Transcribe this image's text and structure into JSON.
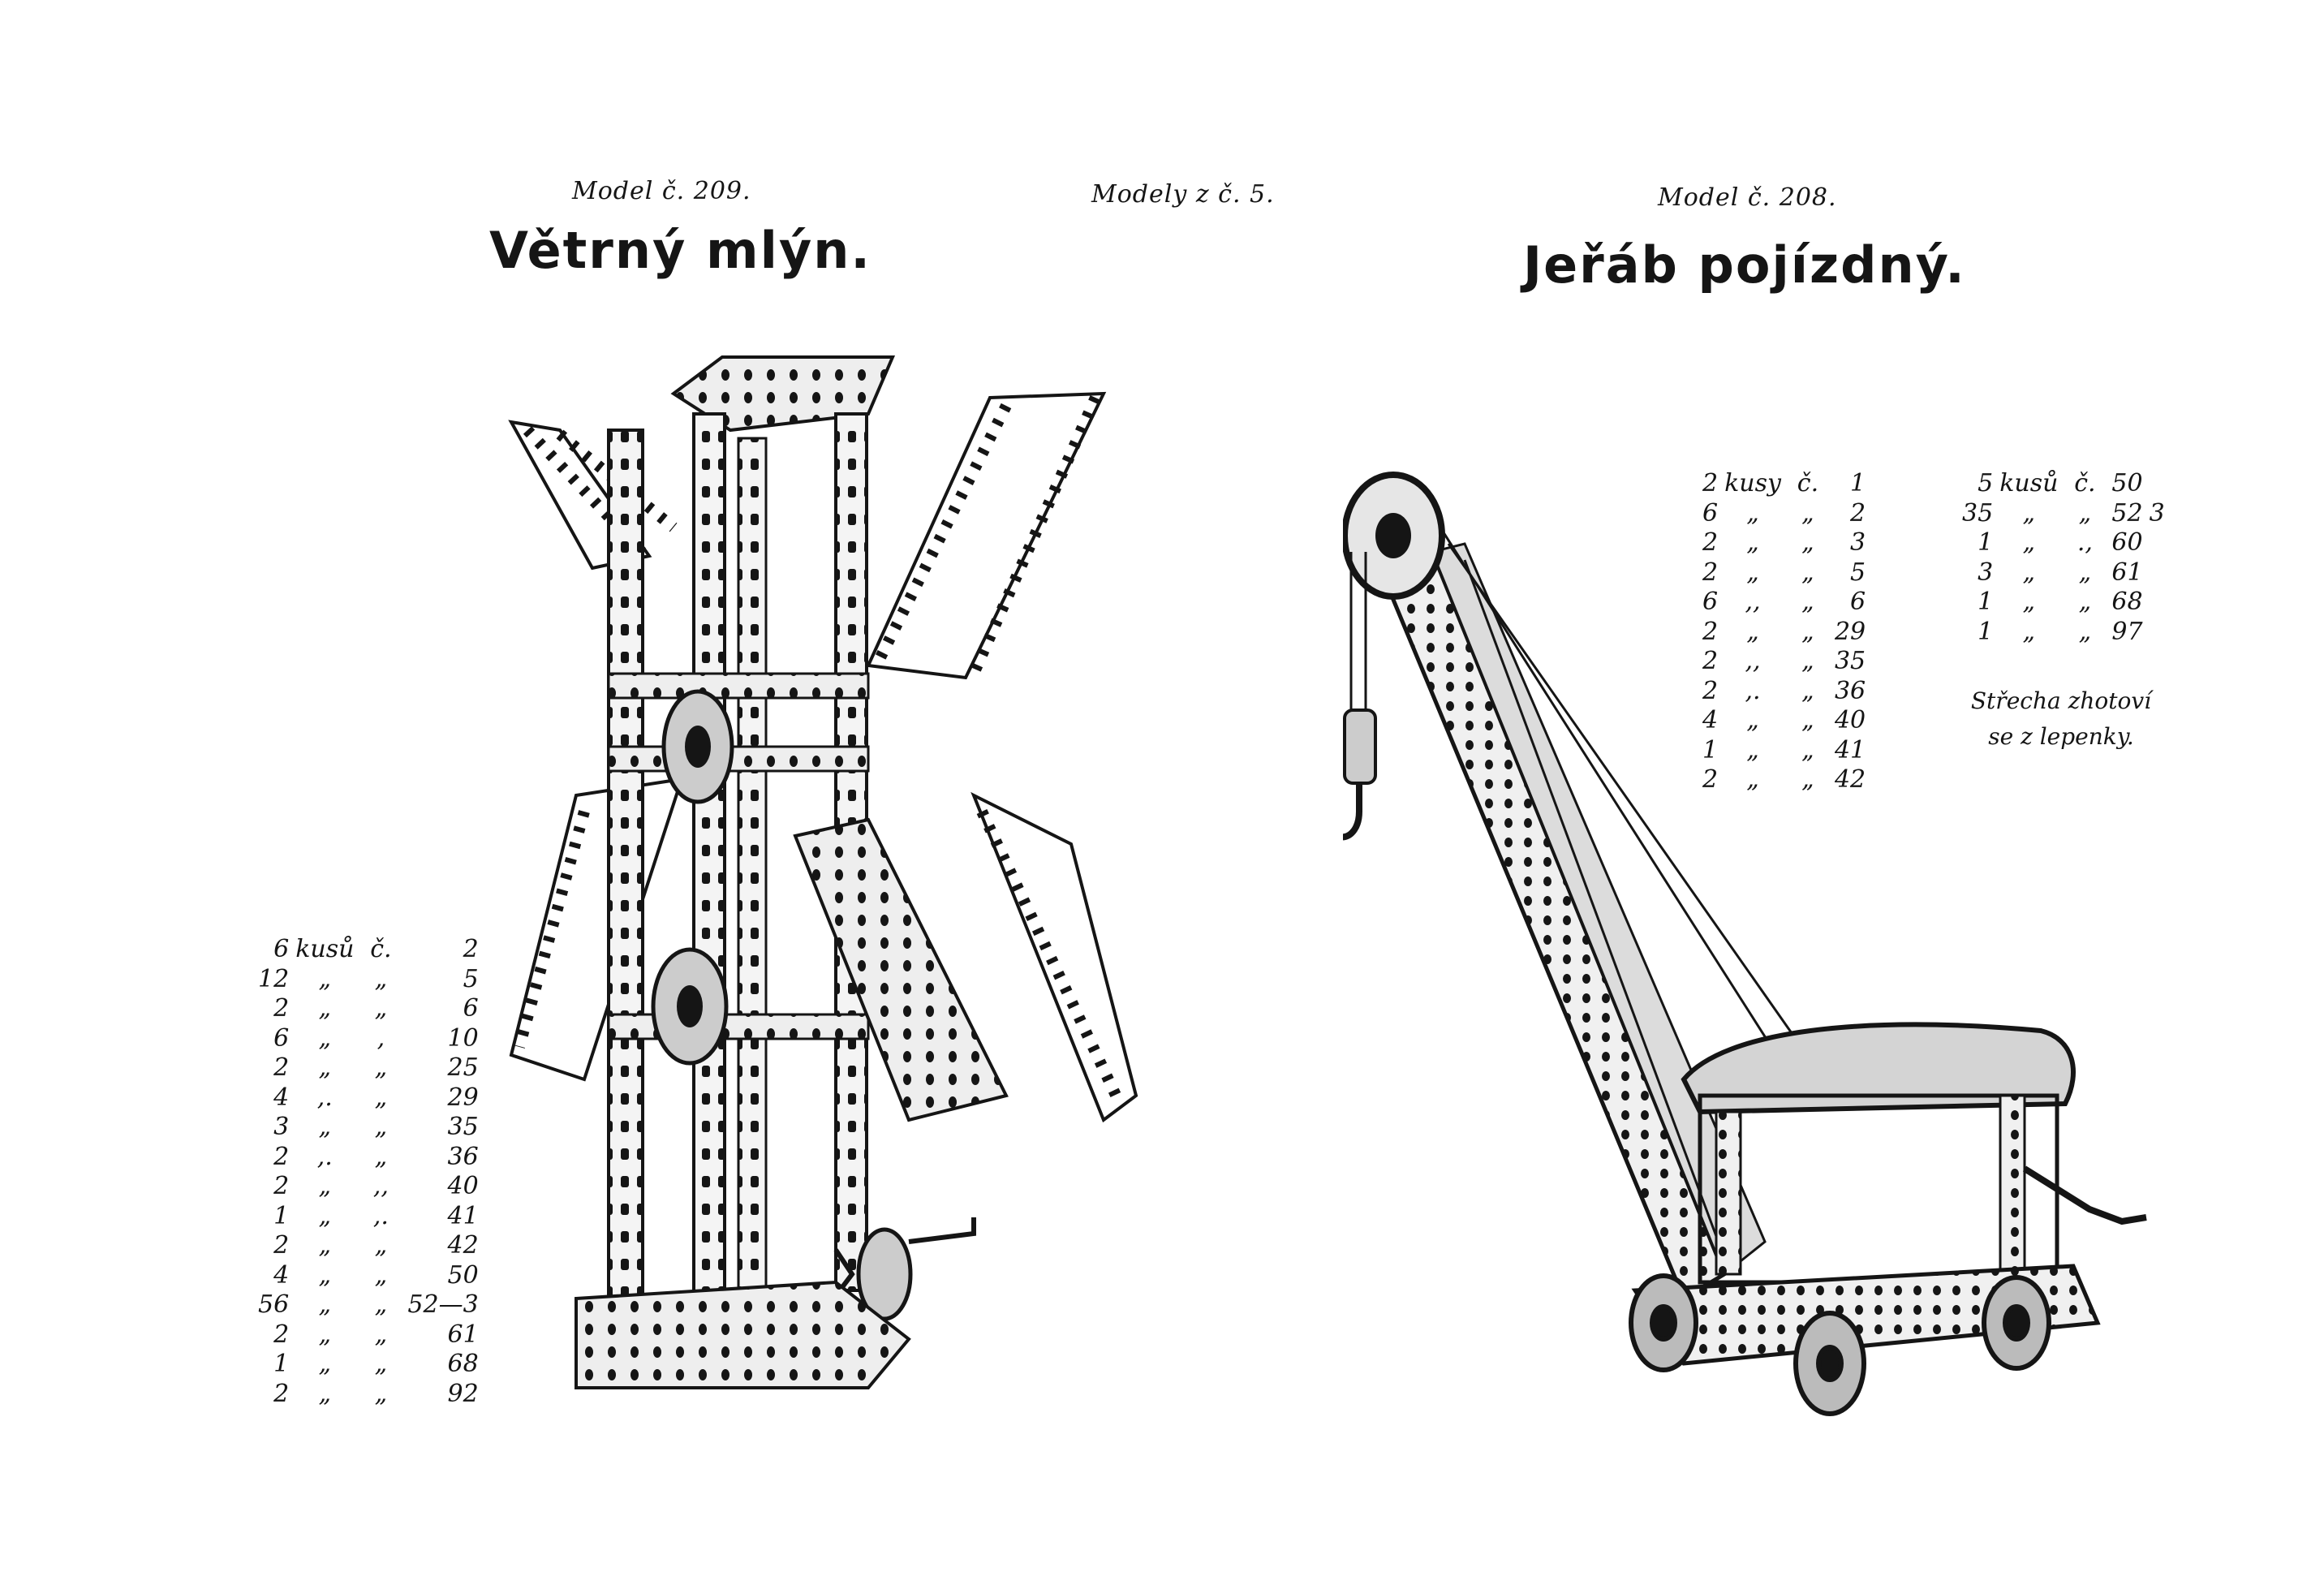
{
  "header": {
    "left_model": "Model č. 209.",
    "center": "Modely z č. 5.",
    "right_model": "Model č. 208."
  },
  "left": {
    "title": "Větrný mlýn.",
    "illustration": "windmill-illustration",
    "parts": [
      {
        "qty": "6",
        "unit": "kusů",
        "mark": "č.",
        "no": "2",
        "extra": ""
      },
      {
        "qty": "12",
        "unit": "„",
        "mark": "„",
        "no": "5",
        "extra": ""
      },
      {
        "qty": "2",
        "unit": "„",
        "mark": "„",
        "no": "6",
        "extra": ""
      },
      {
        "qty": "6",
        "unit": "„",
        "mark": ",",
        "no": "10",
        "extra": ""
      },
      {
        "qty": "2",
        "unit": "„",
        "mark": "„",
        "no": "25",
        "extra": ""
      },
      {
        "qty": "4",
        "unit": ",.",
        "mark": "„",
        "no": "29",
        "extra": ""
      },
      {
        "qty": "3",
        "unit": "„",
        "mark": "„",
        "no": "35",
        "extra": ""
      },
      {
        "qty": "2",
        "unit": ",.",
        "mark": "„",
        "no": "36",
        "extra": ""
      },
      {
        "qty": "2",
        "unit": "„",
        "mark": ",,",
        "no": "40",
        "extra": ""
      },
      {
        "qty": "1",
        "unit": "„",
        "mark": ",.",
        "no": "41",
        "extra": ""
      },
      {
        "qty": "2",
        "unit": "„",
        "mark": "„",
        "no": "42",
        "extra": ""
      },
      {
        "qty": "4",
        "unit": "„",
        "mark": "„",
        "no": "50",
        "extra": ""
      },
      {
        "qty": "56",
        "unit": "„",
        "mark": "„",
        "no": "52—3",
        "extra": ""
      },
      {
        "qty": "2",
        "unit": "„",
        "mark": "„",
        "no": "61",
        "extra": ""
      },
      {
        "qty": "1",
        "unit": "„",
        "mark": "„",
        "no": "68",
        "extra": ""
      },
      {
        "qty": "2",
        "unit": "„",
        "mark": "„",
        "no": "92",
        "extra": ""
      }
    ]
  },
  "right": {
    "title": "Jeřáb pojízdný.",
    "illustration": "crane-illustration",
    "parts_a": [
      {
        "qty": "2",
        "unit": "kusy",
        "mark": "č.",
        "no": "1"
      },
      {
        "qty": "6",
        "unit": "„",
        "mark": "„",
        "no": "2"
      },
      {
        "qty": "2",
        "unit": "„",
        "mark": "„",
        "no": "3"
      },
      {
        "qty": "2",
        "unit": "„",
        "mark": "„",
        "no": "5"
      },
      {
        "qty": "6",
        "unit": ",,",
        "mark": "„",
        "no": "6"
      },
      {
        "qty": "2",
        "unit": "„",
        "mark": "„",
        "no": "29"
      },
      {
        "qty": "2",
        "unit": ",,",
        "mark": "„",
        "no": "35"
      },
      {
        "qty": "2",
        "unit": ",.",
        "mark": "„",
        "no": "36"
      },
      {
        "qty": "4",
        "unit": "„",
        "mark": "„",
        "no": "40"
      },
      {
        "qty": "1",
        "unit": "„",
        "mark": "„",
        "no": "41"
      },
      {
        "qty": "2",
        "unit": "„",
        "mark": "„",
        "no": "42"
      }
    ],
    "parts_b": [
      {
        "qty": "5",
        "unit": "kusů",
        "mark": "č.",
        "no": "50",
        "extra": ""
      },
      {
        "qty": "35",
        "unit": "„",
        "mark": "„",
        "no": "52",
        "extra": "3"
      },
      {
        "qty": "1",
        "unit": "„",
        "mark": ".,",
        "no": "60",
        "extra": ""
      },
      {
        "qty": "3",
        "unit": "„",
        "mark": "„",
        "no": "61",
        "extra": ""
      },
      {
        "qty": "1",
        "unit": "„",
        "mark": "„",
        "no": "68",
        "extra": ""
      },
      {
        "qty": "1",
        "unit": "„",
        "mark": "„",
        "no": "97",
        "extra": ""
      }
    ],
    "note_line1": "Střecha zhotoví",
    "note_line2": "se z lepenky."
  },
  "colors": {
    "ink": "#151515",
    "paper": "#ffffff",
    "shade": "#555555"
  }
}
